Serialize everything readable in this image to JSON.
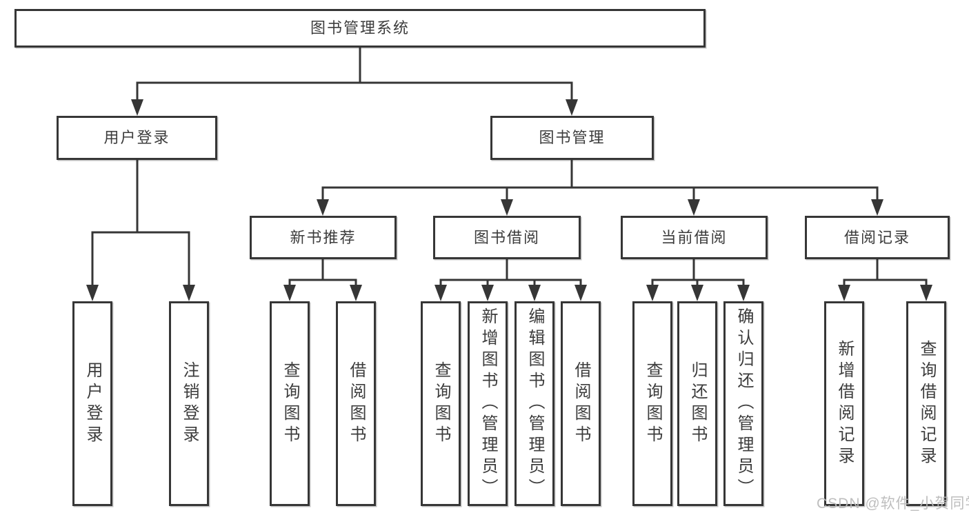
{
  "diagram": {
    "root": {
      "label": "图书管理系统"
    },
    "branches": [
      {
        "label": "用户登录",
        "children": [
          {
            "label": "用户登录"
          },
          {
            "label": "注销登录"
          }
        ]
      },
      {
        "label": "图书管理",
        "children": [
          {
            "label": "新书推荐",
            "children": [
              {
                "label": "查询图书"
              },
              {
                "label": "借阅图书"
              }
            ]
          },
          {
            "label": "图书借阅",
            "children": [
              {
                "label": "查询图书"
              },
              {
                "label": "新增图书（管理员）"
              },
              {
                "label": "编辑图书（管理员）"
              },
              {
                "label": "借阅图书"
              }
            ]
          },
          {
            "label": "当前借阅",
            "children": [
              {
                "label": "查询图书"
              },
              {
                "label": "归还图书"
              },
              {
                "label": "确认归还（管理员）"
              }
            ]
          },
          {
            "label": "借阅记录",
            "children": [
              {
                "label": "新增借阅记录"
              },
              {
                "label": "查询借阅记录"
              }
            ]
          }
        ]
      }
    ]
  },
  "watermark": {
    "text": "CSDN @软件_小贺同学"
  },
  "colors": {
    "line": "#363636",
    "box_border": "#363636",
    "text": "#3c3c3c",
    "background": "#ffffff",
    "watermark": "#bababa"
  }
}
